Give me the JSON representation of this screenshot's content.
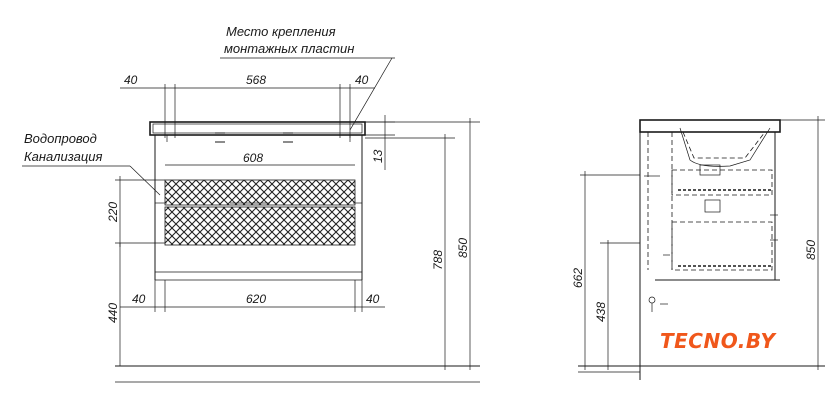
{
  "annotations": {
    "mount_plates_line1": "Место крепления",
    "mount_plates_line2": "монтажных пластин",
    "water_supply": "Водопровод",
    "sewerage": "Канализация"
  },
  "front_view": {
    "top_left_offset": "40",
    "top_width": "568",
    "top_right_offset": "40",
    "inner_width": "608",
    "top_thickness": "13",
    "pipe_zone_height": "220",
    "bottom_left_offset": "40",
    "bottom_width": "620",
    "bottom_right_offset": "40",
    "floor_to_zone": "440",
    "height_to_plates": "788",
    "total_height": "850"
  },
  "side_view": {
    "drain_height": "662",
    "supply_height": "438",
    "total_height": "850"
  },
  "brand": {
    "logo_text": "TECNO.BY",
    "logo_color": "#f0571b"
  }
}
